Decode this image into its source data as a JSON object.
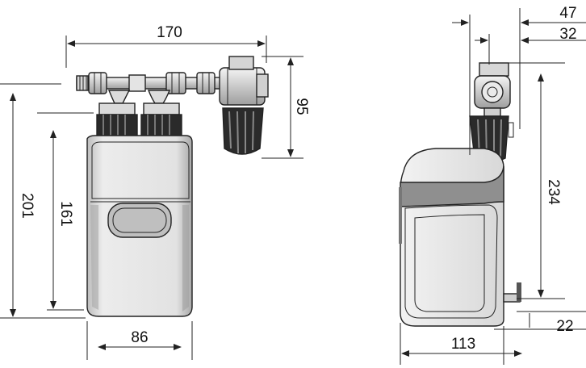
{
  "dimensions": {
    "width_total": "170",
    "valve_height": "95",
    "height_total": "201",
    "height_body": "161",
    "width_body": "86",
    "side_offset_outer": "47",
    "side_offset_inner": "32",
    "side_height": "234",
    "side_bottom_offset": "22",
    "side_depth": "113"
  },
  "colors": {
    "stroke": "#222222",
    "body_fill": "#e6e6e6",
    "body_shadow": "#9a9a9a",
    "metal_fill": "#cfcfcf",
    "background": "#ffffff"
  }
}
